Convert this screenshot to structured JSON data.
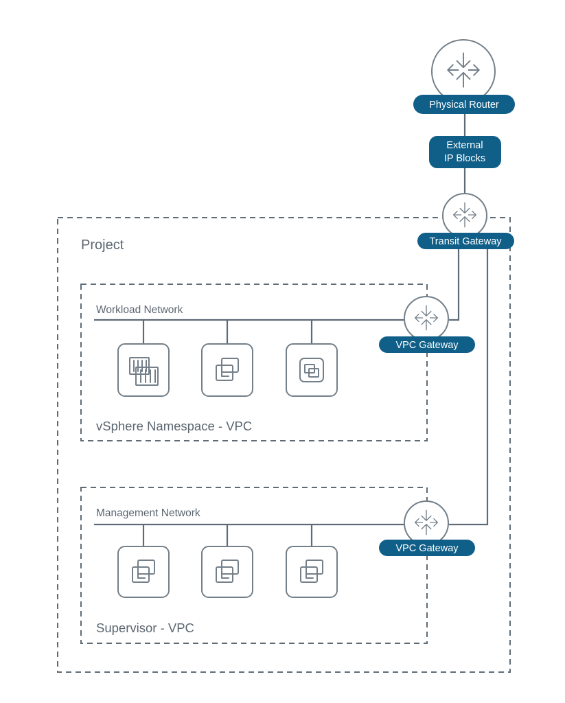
{
  "labels": {
    "physical_router": "Physical Router",
    "external_ip_blocks_line1": "External",
    "external_ip_blocks_line2": "IP Blocks",
    "transit_gateway": "Transit Gateway",
    "project": "Project",
    "workload_network": "Workload Network",
    "vpc_gateway_top": "VPC Gateway",
    "vsphere_namespace_vpc": "vSphere Namespace - VPC",
    "management_network": "Management Network",
    "vpc_gateway_bottom": "VPC Gateway",
    "supervisor_vpc": "Supervisor - VPC"
  },
  "icons": {
    "router": "router-icon",
    "workload_nodes": [
      "container-pod-icon",
      "virtual-machine-icon",
      "vm-service-icon"
    ],
    "management_nodes": [
      "virtual-machine-icon",
      "virtual-machine-icon",
      "virtual-machine-icon"
    ]
  },
  "colors": {
    "pill": "#0f5f88",
    "line": "#5e6b76",
    "icon": "#737f89",
    "text": "#5b6670"
  }
}
